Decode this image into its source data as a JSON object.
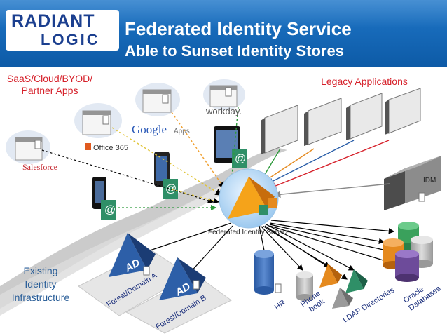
{
  "logo": {
    "top": "RADIANT",
    "bottom": "LOGIC"
  },
  "title": {
    "line1": "Federated Identity Service",
    "line2": "Able to Sunset Identity Stores"
  },
  "labels": {
    "saas": "SaaS/Cloud/BYOD/ Partner Apps",
    "legacy": "Legacy Applications",
    "existing": "Existing Identity Infrastructure",
    "idm": "IDM",
    "fed": "Federated Identity Service"
  },
  "apps": {
    "workday": "workday.",
    "google": "Google",
    "google_apps": "Apps",
    "office": "Office 365",
    "salesforce": "Salesforce"
  },
  "stores": {
    "ad": "AD",
    "forest_a": "Forest/Domain A",
    "forest_b": "Forest/Domain B",
    "hr": "HR",
    "phone": "Phone book",
    "ldap": "LDAP Directories",
    "oracle": "Oracle Databases"
  },
  "colors": {
    "banner": "#1a6fc4",
    "red": "#d6202a",
    "blue_text": "#2a5e98",
    "ad_blue": "#2d5fa8",
    "teal": "#2f8f67",
    "orange": "#e58a1f"
  }
}
